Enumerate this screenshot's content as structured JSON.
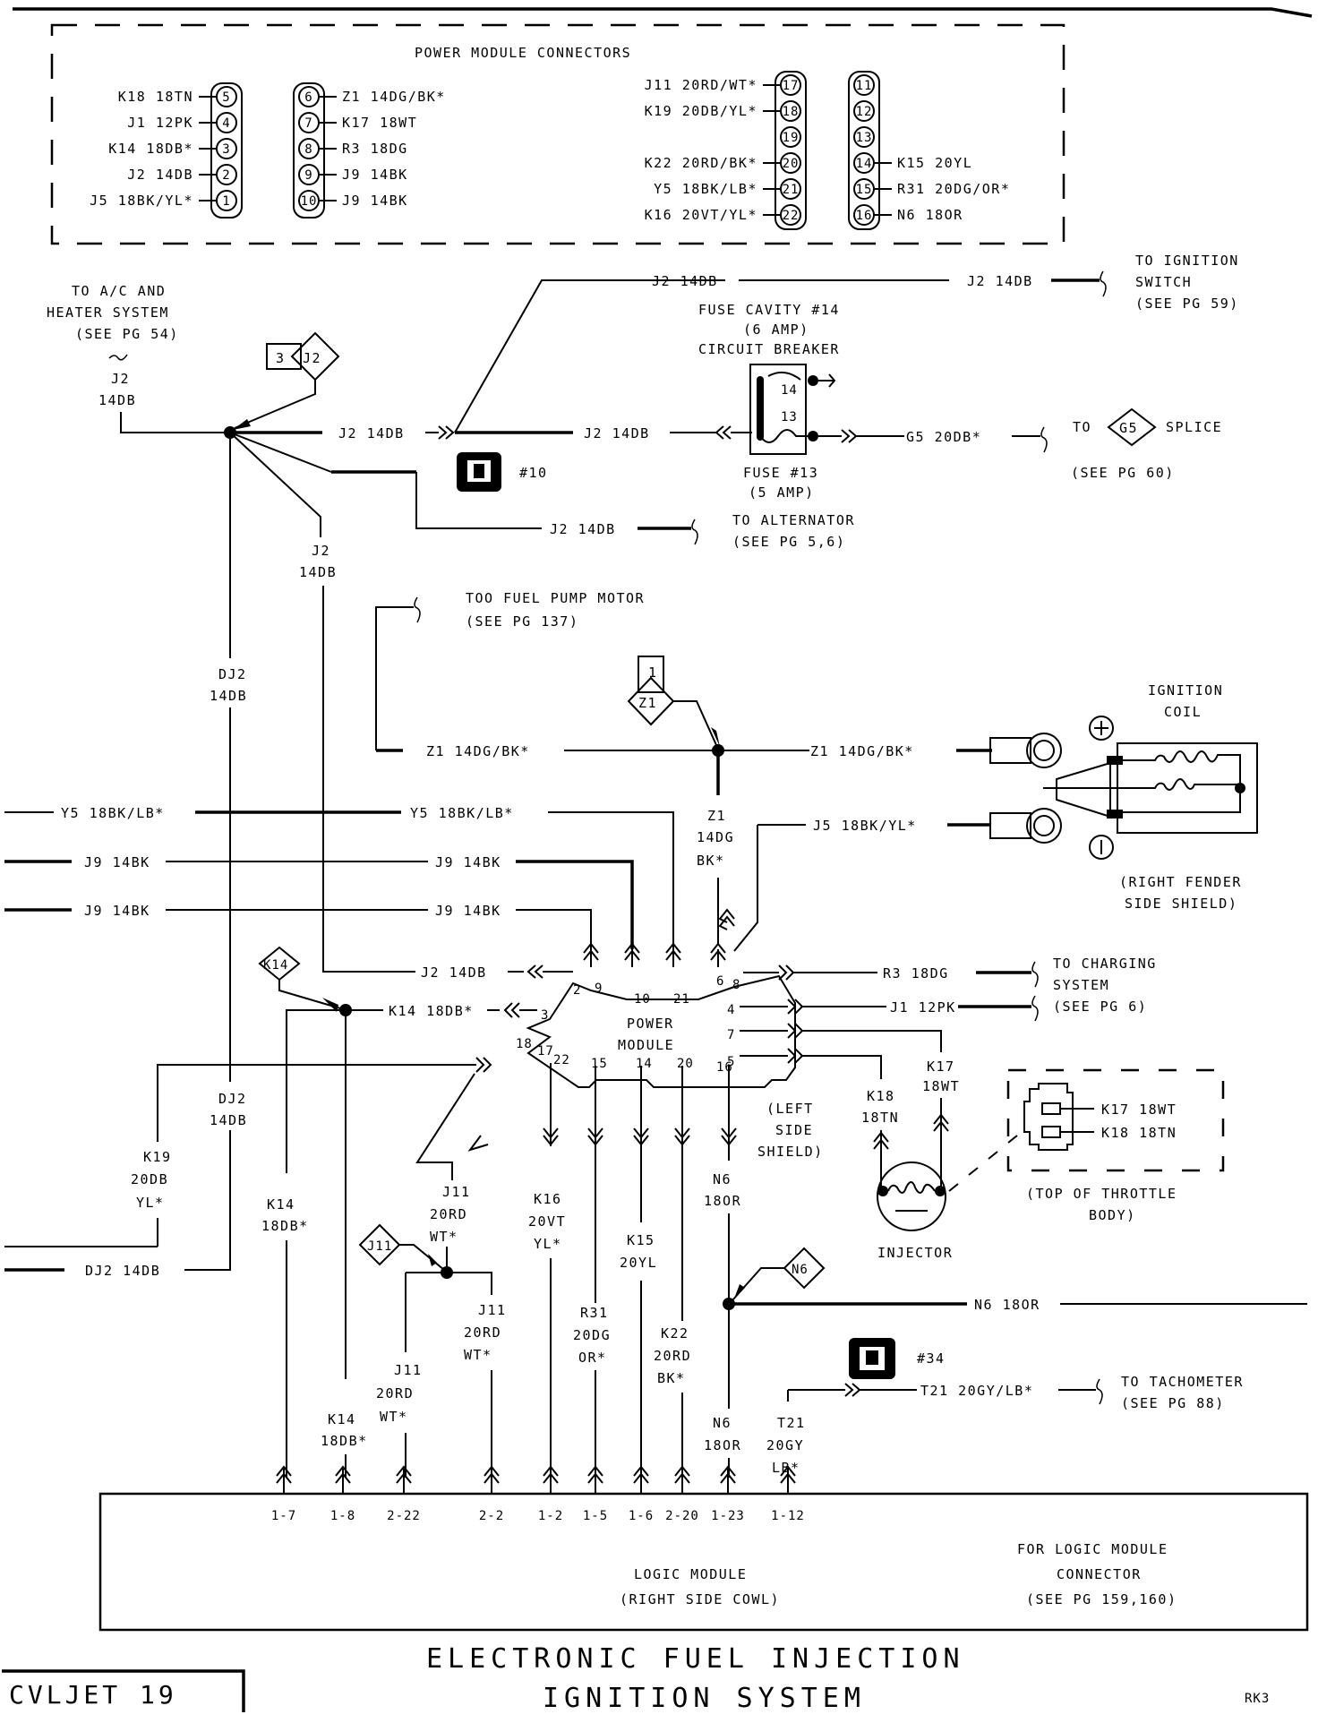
{
  "title": {
    "line1": "ELECTRONIC FUEL INJECTION",
    "line2": "IGNITION SYSTEM",
    "page_code": "CVLJET 19",
    "corner_code": "RK3"
  },
  "power_module_connectors": {
    "heading": "POWER MODULE CONNECTORS",
    "connector_a": [
      {
        "pin": "5",
        "wire": "K18 18TN"
      },
      {
        "pin": "4",
        "wire": "J1 12PK"
      },
      {
        "pin": "3",
        "wire": "K14 18DB*"
      },
      {
        "pin": "2",
        "wire": "J2 14DB"
      },
      {
        "pin": "1",
        "wire": "J5 18BK/YL*"
      }
    ],
    "connector_b": [
      {
        "pin": "6",
        "wire": "Z1 14DG/BK*"
      },
      {
        "pin": "7",
        "wire": "K17 18WT"
      },
      {
        "pin": "8",
        "wire": "R3 18DG"
      },
      {
        "pin": "9",
        "wire": "J9 14BK"
      },
      {
        "pin": "10",
        "wire": "J9 14BK"
      }
    ],
    "connector_c": [
      {
        "pin": "17",
        "wire": "J11 20RD/WT*"
      },
      {
        "pin": "18",
        "wire": "K19 20DB/YL*"
      },
      {
        "pin": "19",
        "wire": ""
      },
      {
        "pin": "20",
        "wire": "K22 20RD/BK*"
      },
      {
        "pin": "21",
        "wire": "Y5 18BK/LB*"
      },
      {
        "pin": "22",
        "wire": "K16 20VT/YL*"
      }
    ],
    "connector_d": [
      {
        "pin": "11",
        "wire": ""
      },
      {
        "pin": "12",
        "wire": ""
      },
      {
        "pin": "13",
        "wire": ""
      },
      {
        "pin": "14",
        "wire": "K15 20YL"
      },
      {
        "pin": "15",
        "wire": "R31 20DG/OR*"
      },
      {
        "pin": "16",
        "wire": "N6 18OR"
      }
    ]
  },
  "wires": {
    "j2_14db": "J2 14DB",
    "j2_14db_split_l1": "J2",
    "j2_14db_split_l2": "14DB",
    "j2_14db_nb": "J2 14DB",
    "dj2_l1": "DJ2",
    "dj2_l2": "14DB",
    "dj2_14db": "DJ2 14DB",
    "g5_20db": "G5 20DB*",
    "z1_14dg_bk": "Z1 14DG/BK*",
    "z1_l1": "Z1",
    "z1_l2": "14DG",
    "z1_l3": "BK*",
    "y5_18bk_lb": "Y5 18BK/LB*",
    "j9_14bk": "J9 14BK",
    "j5_18bk_yl": "J5 18BK/YL*",
    "k14_18db": "K14 18DB*",
    "k14_l1": "K14",
    "k14_l2": "18DB*",
    "r3_18dg": "R3 18DG",
    "j1_12pk": "J1 12PK",
    "k17_l1": "K17",
    "k17_l2": "18WT",
    "k18_l1": "K18",
    "k18_l2": "18TN",
    "k19_l1": "K19",
    "k19_l2": "20DB",
    "k19_l3": "YL*",
    "j11_l1": "J11",
    "j11_l2": "20RD",
    "j11_l3": "WT*",
    "k16_l1": "K16",
    "k16_l2": "20VT",
    "k16_l3": "YL*",
    "r31_l1": "R31",
    "r31_l2": "20DG",
    "r31_l3": "OR*",
    "k15_l1": "K15",
    "k15_l2": "20YL",
    "k22_l1": "K22",
    "k22_l2": "20RD",
    "k22_l3": "BK*",
    "n6_l1": "N6",
    "n6_l2": "18OR",
    "n6_18or": "N6 18OR",
    "t21_20gy_lb": "T21 20GY/LB*",
    "t21_l1": "T21",
    "t21_l2": "20GY",
    "t21_l3": "LB*"
  },
  "destinations": {
    "ac_heater": [
      "TO A/C AND",
      "HEATER SYSTEM",
      "(SEE PG 54)"
    ],
    "ignition_switch": [
      "TO IGNITION",
      "SWITCH",
      "(SEE PG 59)"
    ],
    "g5_splice_to": "TO",
    "g5_splice_label": "SPLICE",
    "g5_splice_ref": "(SEE PG 60)",
    "alternator": [
      "TO ALTERNATOR",
      "(SEE PG 5,6)"
    ],
    "fuel_pump": [
      "TOO FUEL PUMP MOTOR",
      "(SEE PG 137)"
    ],
    "charging": [
      "TO CHARGING",
      "SYSTEM",
      "(SEE PG 6)"
    ],
    "tachometer": [
      "TO TACHOMETER",
      "(SEE PG 88)"
    ]
  },
  "components": {
    "fuse_cavity": [
      "FUSE CAVITY #14",
      "(6 AMP)",
      "CIRCUIT BREAKER"
    ],
    "fuse_13": [
      "FUSE #13",
      "(5 AMP)"
    ],
    "fuse_pin_14": "14",
    "fuse_pin_13": "13",
    "ignition_coil": [
      "IGNITION",
      "COIL"
    ],
    "coil_location": [
      "(RIGHT FENDER",
      "SIDE SHIELD)"
    ],
    "power_module": [
      "POWER",
      "MODULE"
    ],
    "power_module_location": [
      "(LEFT",
      "SIDE",
      "SHIELD)"
    ],
    "power_module_pins": {
      "p9": "9",
      "p10": "10",
      "p21": "21",
      "p6": "6",
      "p8": "8",
      "p2": "2",
      "p3": "3",
      "p4": "4",
      "p7": "7",
      "p5": "5",
      "p18": "18",
      "p17": "17",
      "p22": "22",
      "p15": "15",
      "p14": "14",
      "p20": "20",
      "p16": "16"
    },
    "injector": "INJECTOR",
    "throttle_body_connector": [
      "K17 18WT",
      "K18 18TN"
    ],
    "throttle_body_location": [
      "(TOP OF THROTTLE",
      "BODY)"
    ],
    "logic_module": [
      "LOGIC MODULE",
      "(RIGHT SIDE COWL)"
    ],
    "logic_module_ref": [
      "FOR LOGIC MODULE",
      "CONNECTOR",
      "(SEE PG 159,160)"
    ],
    "logic_pins": [
      "1-7",
      "1-8",
      "2-22",
      "2-2",
      "1-2",
      "1-5",
      "1-6",
      "2-20",
      "1-23",
      "1-12"
    ]
  },
  "splices": {
    "j2_box": "3",
    "j2": "J2",
    "z1_box": "1",
    "z1": "Z1",
    "g5": "G5",
    "k14": "K14",
    "j11": "J11",
    "n6": "N6"
  },
  "connectors": {
    "c10": "#10",
    "c34": "#34"
  }
}
